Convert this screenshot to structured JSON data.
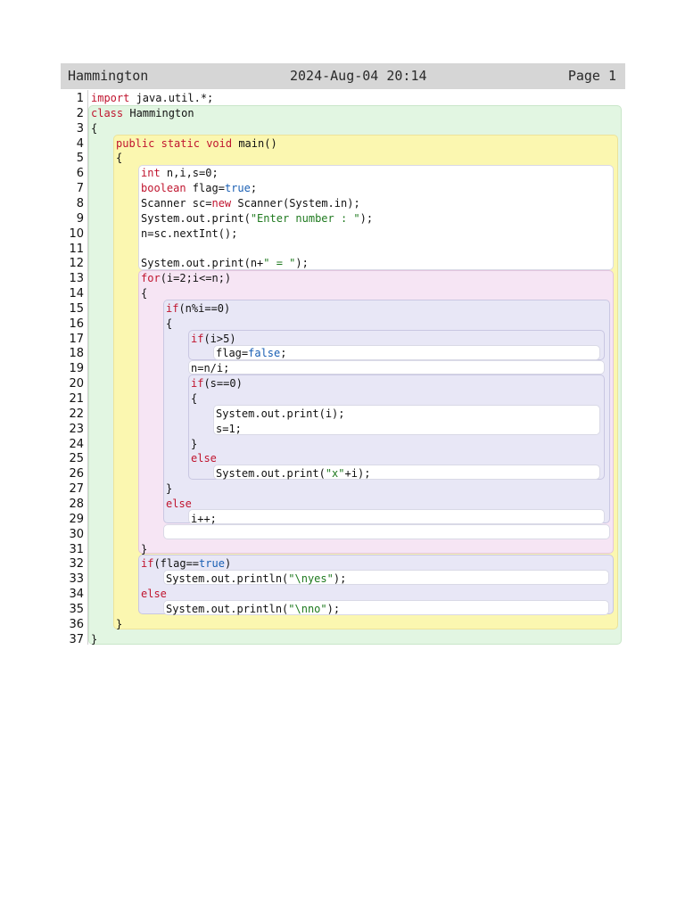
{
  "header": {
    "title": "Hammington",
    "date": "2024-Aug-04 20:14",
    "page": "Page 1"
  },
  "lines": [
    {
      "n": "1",
      "indent": 0,
      "tokens": [
        [
          "kw",
          "import"
        ],
        [
          "t",
          " java.util.*;"
        ]
      ]
    },
    {
      "n": "2",
      "indent": 0,
      "tokens": [
        [
          "kw",
          "class"
        ],
        [
          "t",
          " Hammington"
        ]
      ]
    },
    {
      "n": "3",
      "indent": 0,
      "tokens": [
        [
          "t",
          "{"
        ]
      ]
    },
    {
      "n": "4",
      "indent": 1,
      "tokens": [
        [
          "kw",
          "public"
        ],
        [
          "t",
          " "
        ],
        [
          "kw",
          "static"
        ],
        [
          "t",
          " "
        ],
        [
          "kw",
          "void"
        ],
        [
          "t",
          " main()"
        ]
      ]
    },
    {
      "n": "5",
      "indent": 1,
      "tokens": [
        [
          "t",
          "{"
        ]
      ]
    },
    {
      "n": "6",
      "indent": 2,
      "tokens": [
        [
          "kw",
          "int"
        ],
        [
          "t",
          " n,i,s=0;"
        ]
      ]
    },
    {
      "n": "7",
      "indent": 2,
      "tokens": [
        [
          "kw",
          "boolean"
        ],
        [
          "t",
          " flag="
        ],
        [
          "lit",
          "true"
        ],
        [
          "t",
          ";"
        ]
      ]
    },
    {
      "n": "8",
      "indent": 2,
      "tokens": [
        [
          "t",
          "Scanner sc="
        ],
        [
          "kw",
          "new"
        ],
        [
          "t",
          " Scanner(System.in);"
        ]
      ]
    },
    {
      "n": "9",
      "indent": 2,
      "tokens": [
        [
          "t",
          "System.out.print("
        ],
        [
          "str",
          "\"Enter number : \""
        ],
        [
          "t",
          ");"
        ]
      ]
    },
    {
      "n": "10",
      "indent": 2,
      "tokens": [
        [
          "t",
          "n=sc.nextInt();"
        ]
      ]
    },
    {
      "n": "11",
      "indent": 2,
      "tokens": []
    },
    {
      "n": "12",
      "indent": 2,
      "tokens": [
        [
          "t",
          "System.out.print(n+"
        ],
        [
          "str",
          "\" = \""
        ],
        [
          "t",
          ");"
        ]
      ]
    },
    {
      "n": "13",
      "indent": 2,
      "tokens": [
        [
          "kw",
          "for"
        ],
        [
          "t",
          "(i=2;i<=n;)"
        ]
      ]
    },
    {
      "n": "14",
      "indent": 2,
      "tokens": [
        [
          "t",
          "{"
        ]
      ]
    },
    {
      "n": "15",
      "indent": 3,
      "tokens": [
        [
          "kw",
          "if"
        ],
        [
          "t",
          "(n%i==0)"
        ]
      ]
    },
    {
      "n": "16",
      "indent": 3,
      "tokens": [
        [
          "t",
          "{"
        ]
      ]
    },
    {
      "n": "17",
      "indent": 4,
      "tokens": [
        [
          "kw",
          "if"
        ],
        [
          "t",
          "(i>5)"
        ]
      ]
    },
    {
      "n": "18",
      "indent": 5,
      "tokens": [
        [
          "t",
          "flag="
        ],
        [
          "lit",
          "false"
        ],
        [
          "t",
          ";"
        ]
      ]
    },
    {
      "n": "19",
      "indent": 4,
      "tokens": [
        [
          "t",
          "n=n/i;"
        ]
      ]
    },
    {
      "n": "20",
      "indent": 4,
      "tokens": [
        [
          "kw",
          "if"
        ],
        [
          "t",
          "(s==0)"
        ]
      ]
    },
    {
      "n": "21",
      "indent": 4,
      "tokens": [
        [
          "t",
          "{"
        ]
      ]
    },
    {
      "n": "22",
      "indent": 5,
      "tokens": [
        [
          "t",
          "System.out.print(i);"
        ]
      ]
    },
    {
      "n": "23",
      "indent": 5,
      "tokens": [
        [
          "t",
          "s=1;"
        ]
      ]
    },
    {
      "n": "24",
      "indent": 4,
      "tokens": [
        [
          "t",
          "}"
        ]
      ]
    },
    {
      "n": "25",
      "indent": 4,
      "tokens": [
        [
          "kw",
          "else"
        ]
      ]
    },
    {
      "n": "26",
      "indent": 5,
      "tokens": [
        [
          "t",
          "System.out.print("
        ],
        [
          "str",
          "\"x\""
        ],
        [
          "t",
          "+i);"
        ]
      ]
    },
    {
      "n": "27",
      "indent": 3,
      "tokens": [
        [
          "t",
          "}"
        ]
      ]
    },
    {
      "n": "28",
      "indent": 3,
      "tokens": [
        [
          "kw",
          "else"
        ]
      ]
    },
    {
      "n": "29",
      "indent": 4,
      "tokens": [
        [
          "t",
          "i++;"
        ]
      ]
    },
    {
      "n": "30",
      "indent": 3,
      "tokens": []
    },
    {
      "n": "31",
      "indent": 2,
      "tokens": [
        [
          "t",
          "}"
        ]
      ]
    },
    {
      "n": "32",
      "indent": 2,
      "tokens": [
        [
          "kw",
          "if"
        ],
        [
          "t",
          "(flag=="
        ],
        [
          "lit",
          "true"
        ],
        [
          "t",
          ")"
        ]
      ]
    },
    {
      "n": "33",
      "indent": 3,
      "tokens": [
        [
          "t",
          "System.out.println("
        ],
        [
          "str",
          "\"\\nyes\""
        ],
        [
          "t",
          ");"
        ]
      ]
    },
    {
      "n": "34",
      "indent": 2,
      "tokens": [
        [
          "kw",
          "else"
        ]
      ]
    },
    {
      "n": "35",
      "indent": 3,
      "tokens": [
        [
          "t",
          "System.out.println("
        ],
        [
          "str",
          "\"\\nno\""
        ],
        [
          "t",
          ");"
        ]
      ]
    },
    {
      "n": "36",
      "indent": 1,
      "tokens": [
        [
          "t",
          "}"
        ]
      ]
    },
    {
      "n": "37",
      "indent": 0,
      "tokens": [
        [
          "t",
          "}"
        ]
      ]
    }
  ]
}
